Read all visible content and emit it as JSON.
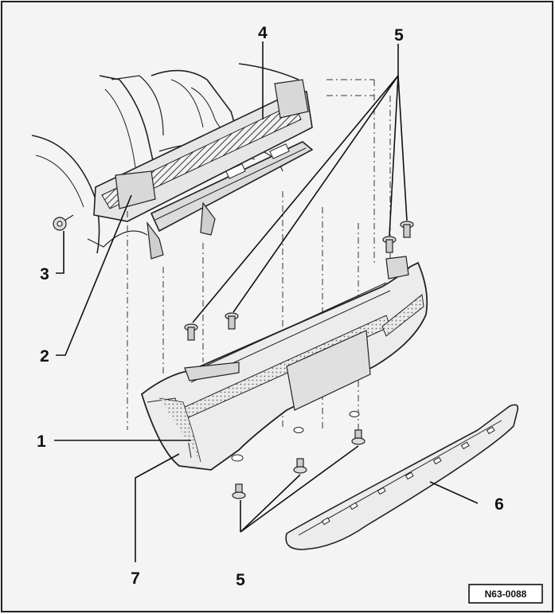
{
  "figure": {
    "reference_code": "N63-0088",
    "callouts": [
      {
        "id": "c1",
        "label": "1"
      },
      {
        "id": "c2",
        "label": "2"
      },
      {
        "id": "c3",
        "label": "3"
      },
      {
        "id": "c4",
        "label": "4"
      },
      {
        "id": "c5a",
        "label": "5"
      },
      {
        "id": "c5b",
        "label": "5"
      },
      {
        "id": "c6",
        "label": "6"
      },
      {
        "id": "c7",
        "label": "7"
      }
    ]
  }
}
